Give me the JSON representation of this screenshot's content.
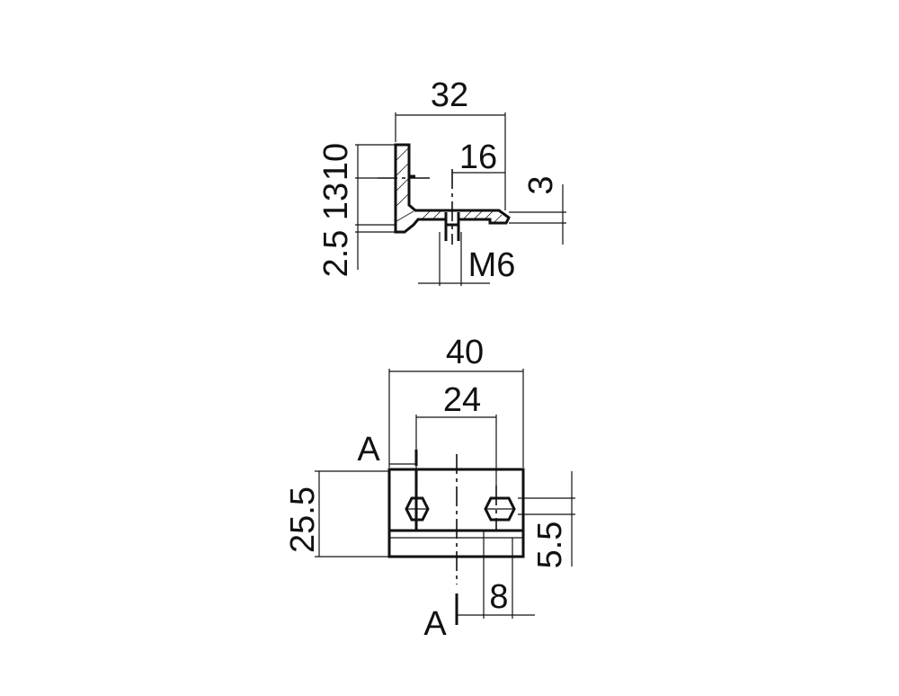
{
  "top_view": {
    "dim_width": "32",
    "dim_slot_offset": "16",
    "dim_flange_height": "10",
    "dim_hole_height": "13",
    "dim_base_thickness": "2.5",
    "dim_lip_height": "3",
    "dim_thread": "M6"
  },
  "front_view": {
    "dim_width": "40",
    "dim_hole_spacing": "24",
    "dim_height": "25.5",
    "dim_hole_offset": "5.5",
    "dim_section_offset": "8",
    "section_label_top": "A",
    "section_label_bottom": "A"
  }
}
